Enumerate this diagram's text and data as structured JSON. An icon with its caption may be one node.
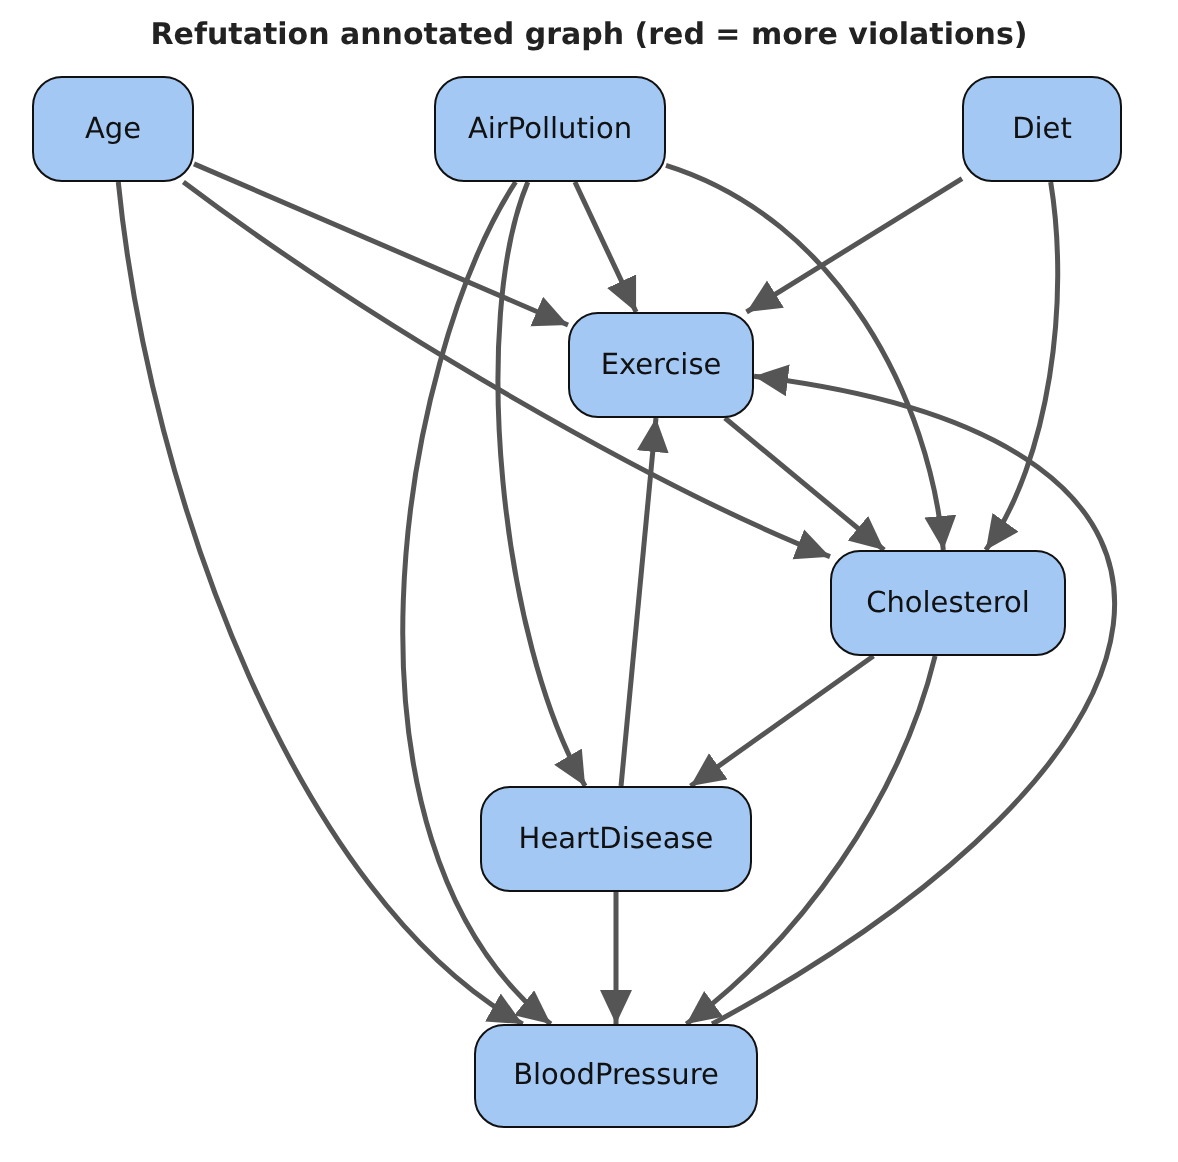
{
  "diagram": {
    "title": "Refutation annotated graph (red = more violations)",
    "nodes": [
      {
        "text": [
          "Age"
        ]
      },
      {
        "text": [
          "AirPollution"
        ]
      },
      {
        "text": [
          "Diet"
        ]
      },
      {
        "text": [
          "Exercise"
        ]
      },
      {
        "text": [
          "Cholesterol"
        ]
      },
      {
        "text": [
          "HeartDisease"
        ]
      },
      {
        "text": [
          "BloodPressure"
        ]
      }
    ],
    "edges": [
      {
        "from": 0,
        "to": 3,
        "arrow": "to"
      },
      {
        "from": 0,
        "to": 4,
        "arrow": "to"
      },
      {
        "from": 0,
        "to": 6,
        "arrow": "to"
      },
      {
        "from": 1,
        "to": 3,
        "arrow": "to"
      },
      {
        "from": 1,
        "to": 4,
        "arrow": "to"
      },
      {
        "from": 1,
        "to": 5,
        "arrow": "to"
      },
      {
        "from": 1,
        "to": 6,
        "arrow": "to"
      },
      {
        "from": 2,
        "to": 3,
        "arrow": "to"
      },
      {
        "from": 2,
        "to": 4,
        "arrow": "to"
      },
      {
        "from": 3,
        "to": 4,
        "arrow": "to"
      },
      {
        "from": 4,
        "to": 5,
        "arrow": "to"
      },
      {
        "from": 4,
        "to": 6,
        "arrow": "to"
      },
      {
        "from": 5,
        "to": 3,
        "arrow": "to"
      },
      {
        "from": 5,
        "to": 6,
        "arrow": "to"
      },
      {
        "from": 6,
        "to": 3,
        "arrow": "to"
      }
    ]
  }
}
